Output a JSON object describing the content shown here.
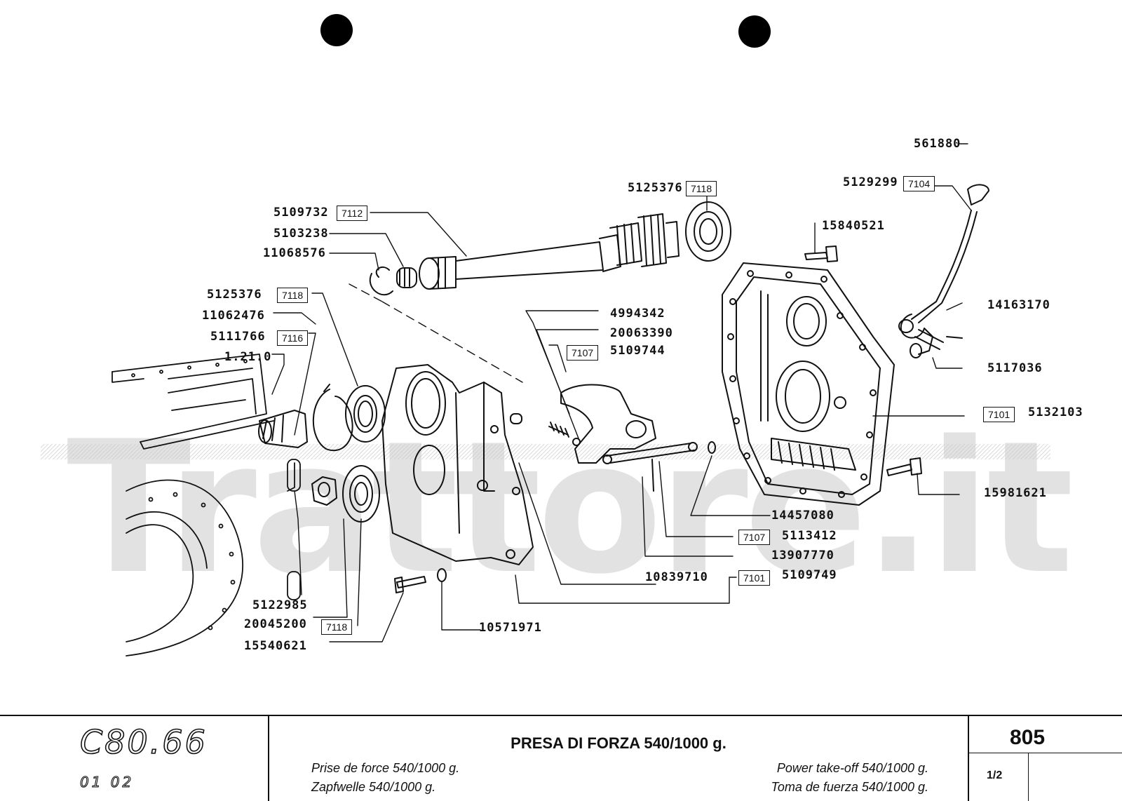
{
  "diagram": {
    "watermark": "Trattore.it",
    "part_labels": [
      {
        "id": "561880",
        "text": "561880"
      },
      {
        "id": "5129299",
        "text": "5129299"
      },
      {
        "id": "5125376-top",
        "text": "5125376"
      },
      {
        "id": "5109732",
        "text": "5109732"
      },
      {
        "id": "5103238",
        "text": "5103238"
      },
      {
        "id": "11068576",
        "text": "11068576"
      },
      {
        "id": "15840521",
        "text": "15840521"
      },
      {
        "id": "5125376-left",
        "text": "5125376"
      },
      {
        "id": "11062476",
        "text": "11062476"
      },
      {
        "id": "5111766",
        "text": "5111766"
      },
      {
        "id": "1.21.0",
        "text": "1.21.0"
      },
      {
        "id": "4994342",
        "text": "4994342"
      },
      {
        "id": "20063390",
        "text": "20063390"
      },
      {
        "id": "5109744",
        "text": "5109744"
      },
      {
        "id": "14163170",
        "text": "14163170"
      },
      {
        "id": "5117036",
        "text": "5117036"
      },
      {
        "id": "5132103",
        "text": "5132103"
      },
      {
        "id": "15981621",
        "text": "15981621"
      },
      {
        "id": "14457080",
        "text": "14457080"
      },
      {
        "id": "5113412",
        "text": "5113412"
      },
      {
        "id": "13907770",
        "text": "13907770"
      },
      {
        "id": "10839710",
        "text": "10839710"
      },
      {
        "id": "5109749",
        "text": "5109749"
      },
      {
        "id": "5122985",
        "text": "5122985"
      },
      {
        "id": "20045200",
        "text": "20045200"
      },
      {
        "id": "15540621",
        "text": "15540621"
      },
      {
        "id": "10571971",
        "text": "10571971"
      }
    ],
    "ref_boxes": [
      {
        "id": "ref-7118-top",
        "text": "7118"
      },
      {
        "id": "ref-7104",
        "text": "7104"
      },
      {
        "id": "ref-7112",
        "text": "7112"
      },
      {
        "id": "ref-7118-left",
        "text": "7118"
      },
      {
        "id": "ref-7116",
        "text": "7116"
      },
      {
        "id": "ref-7107-top",
        "text": "7107"
      },
      {
        "id": "ref-7101-right",
        "text": "7101"
      },
      {
        "id": "ref-7107-bottom",
        "text": "7107"
      },
      {
        "id": "ref-7101-bottom",
        "text": "7101"
      },
      {
        "id": "ref-7118-bottom",
        "text": "7118"
      }
    ]
  },
  "footer": {
    "model": "C80.66",
    "variants": "01 02",
    "title_it": "PRESA DI FORZA 540/1000 g.",
    "title_fr": "Prise de force 540/1000 g.",
    "title_en": "Power take-off 540/1000 g.",
    "title_de": "Zapfwelle 540/1000 g.",
    "title_es": "Toma de fuerza 540/1000 g.",
    "page_number": "805",
    "sheet": "1/2"
  }
}
